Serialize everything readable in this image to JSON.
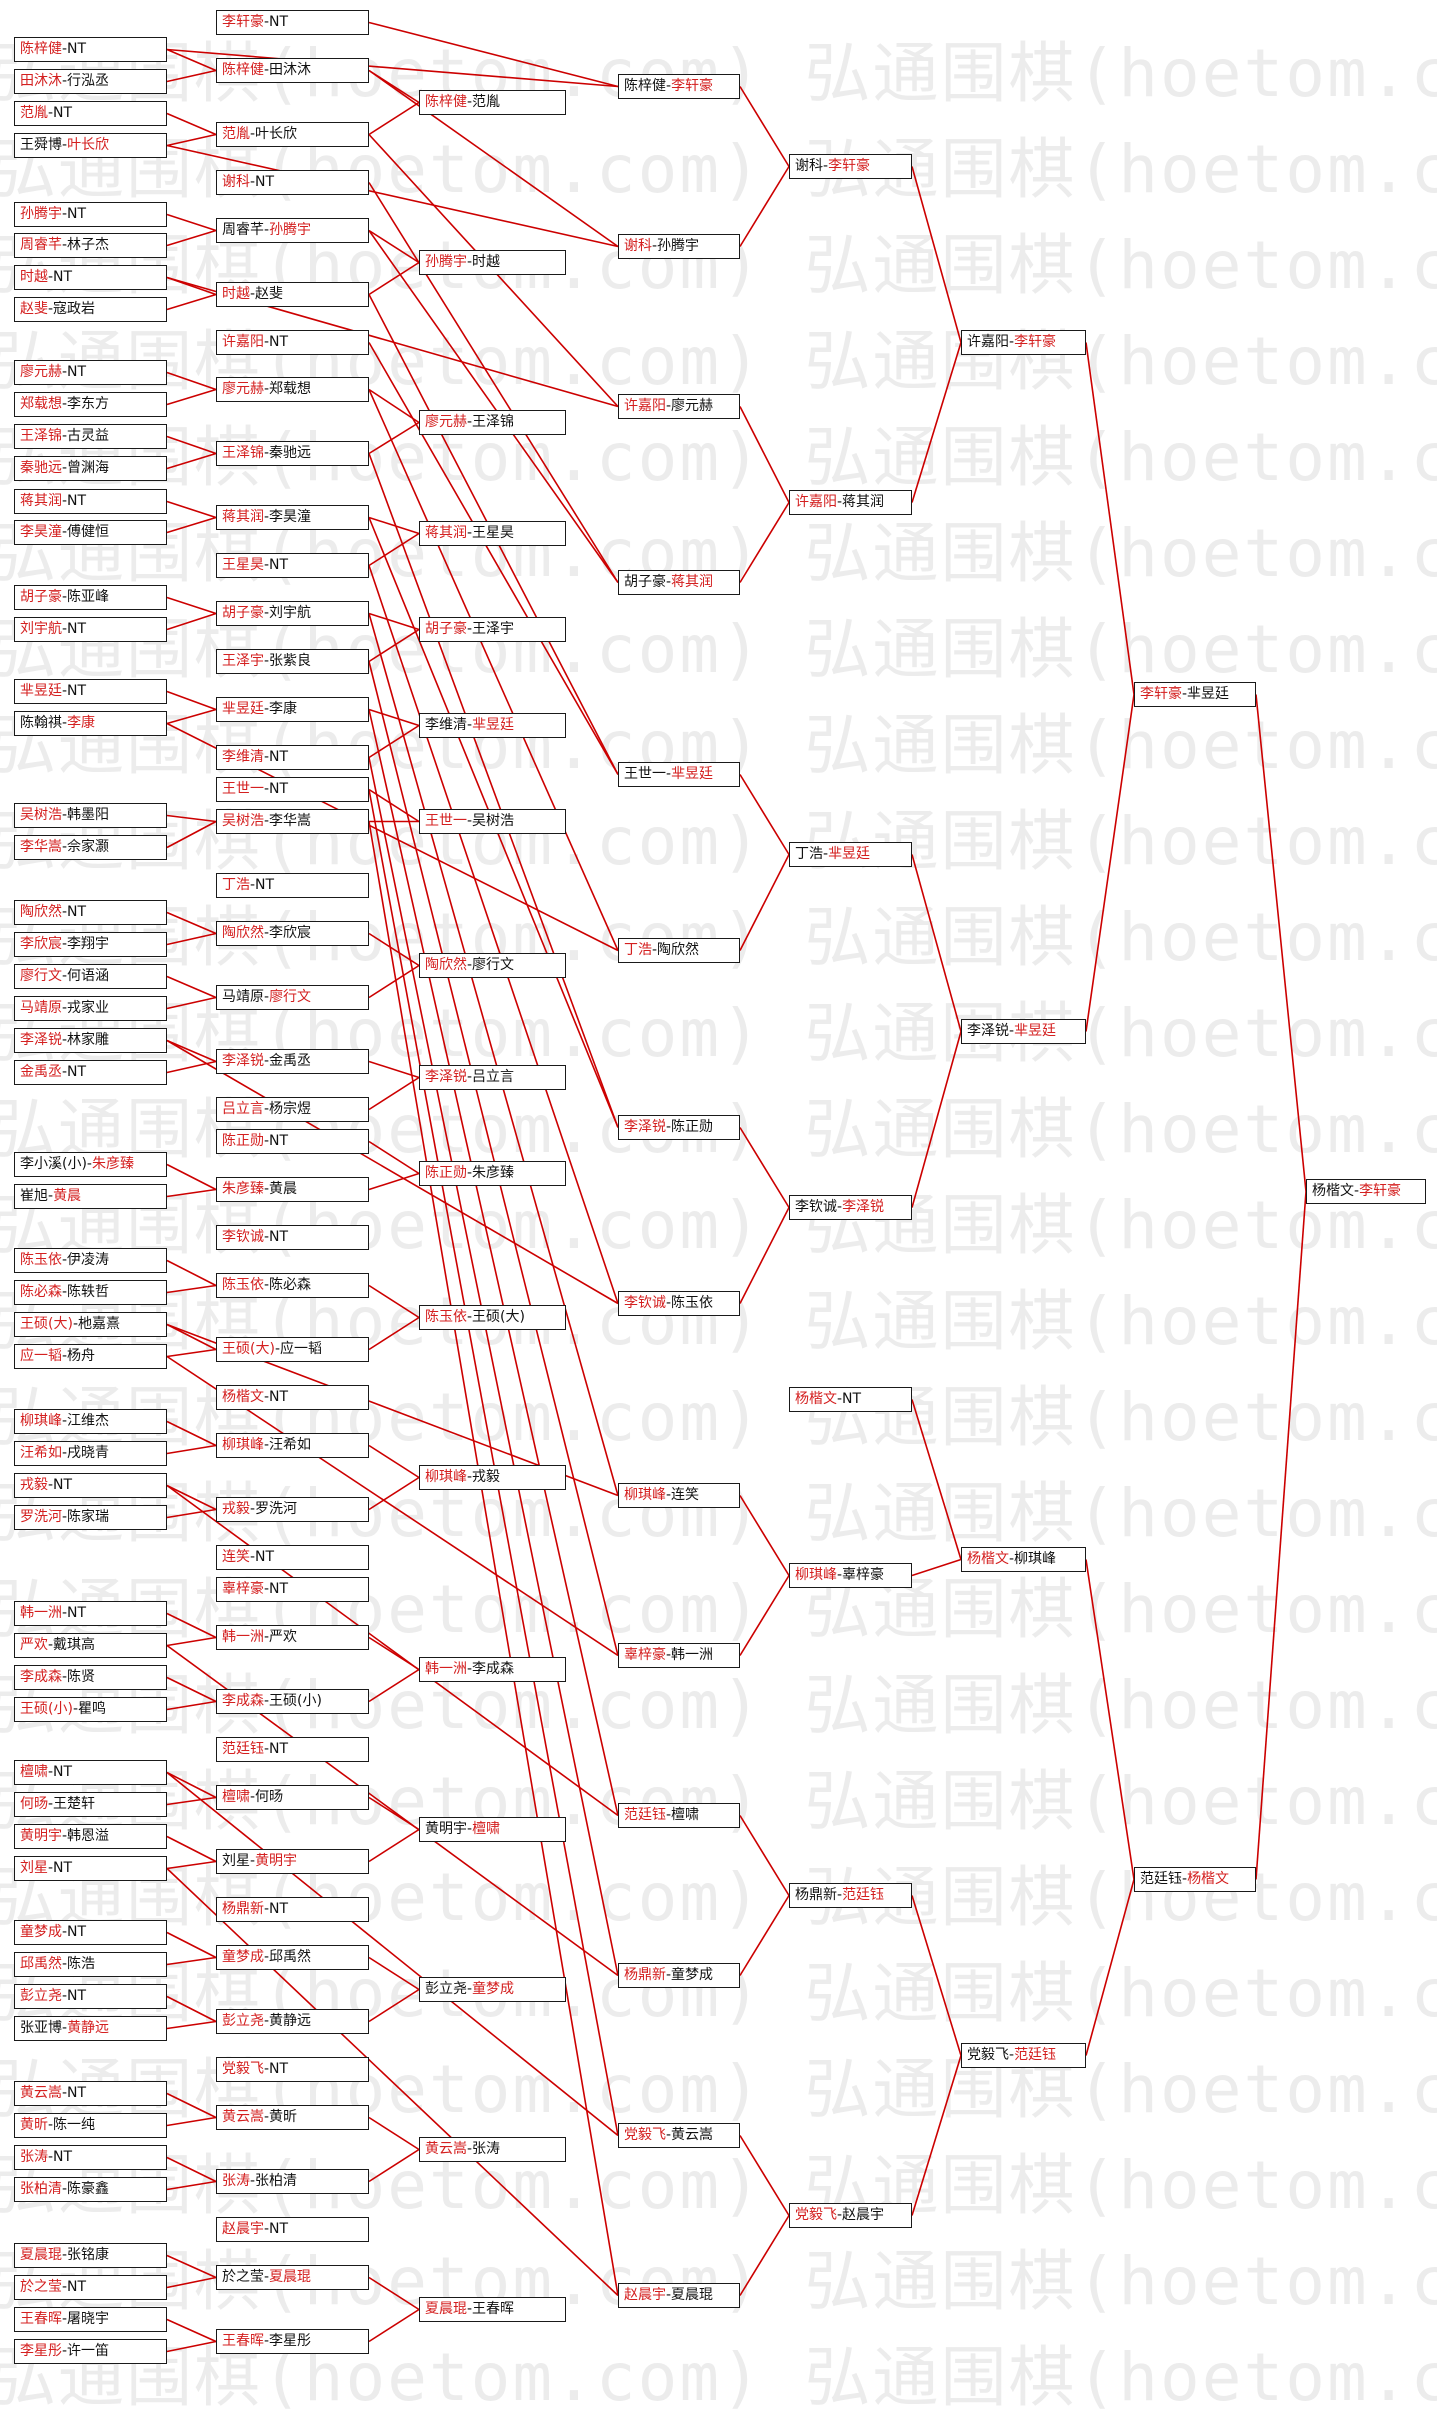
{
  "watermark": "弘通围棋(hoetom.com)",
  "colors": {
    "winner_text": "#d42020",
    "line": "#cc0000",
    "text": "#111111"
  },
  "bracket": {
    "round1": [
      [
        [
          "陈梓健",
          "r"
        ],
        [
          "-NT",
          "k"
        ]
      ],
      [
        [
          "田沐沐",
          "r"
        ],
        [
          "-行泓丞",
          "k"
        ]
      ],
      [
        [
          "范胤",
          "r"
        ],
        [
          "-NT",
          "k"
        ]
      ],
      [
        [
          "王舜博-",
          "k"
        ],
        [
          "叶长欣",
          "r"
        ]
      ],
      [
        [
          "孙腾宇",
          "r"
        ],
        [
          "-NT",
          "k"
        ]
      ],
      [
        [
          "周睿芊",
          "r"
        ],
        [
          "-林子杰",
          "k"
        ]
      ],
      [
        [
          "时越",
          "r"
        ],
        [
          "-NT",
          "k"
        ]
      ],
      [
        [
          "赵斐",
          "r"
        ],
        [
          "-寇政岩",
          "k"
        ]
      ],
      [
        [
          "廖元赫",
          "r"
        ],
        [
          "-NT",
          "k"
        ]
      ],
      [
        [
          "郑载想",
          "r"
        ],
        [
          "-李东方",
          "k"
        ]
      ],
      [
        [
          "王泽锦",
          "r"
        ],
        [
          "-古灵益",
          "k"
        ]
      ],
      [
        [
          "秦驰远",
          "r"
        ],
        [
          "-曾渊海",
          "k"
        ]
      ],
      [
        [
          "蒋其润",
          "r"
        ],
        [
          "-NT",
          "k"
        ]
      ],
      [
        [
          "李昊潼",
          "r"
        ],
        [
          "-傅健恒",
          "k"
        ]
      ],
      [
        [
          "胡子豪",
          "r"
        ],
        [
          "-陈亚峰",
          "k"
        ]
      ],
      [
        [
          "刘宇航",
          "r"
        ],
        [
          "-NT",
          "k"
        ]
      ],
      [
        [
          "芈昱廷",
          "r"
        ],
        [
          "-NT",
          "k"
        ]
      ],
      [
        [
          "陈翰祺-",
          "k"
        ],
        [
          "李康",
          "r"
        ]
      ],
      [
        [
          "吴树浩",
          "r"
        ],
        [
          "-韩墨阳",
          "k"
        ]
      ],
      [
        [
          "李华嵩",
          "r"
        ],
        [
          "-佘家灏",
          "k"
        ]
      ],
      [
        [
          "陶欣然",
          "r"
        ],
        [
          "-NT",
          "k"
        ]
      ],
      [
        [
          "李欣宸",
          "r"
        ],
        [
          "-李翔宇",
          "k"
        ]
      ],
      [
        [
          "廖行文",
          "r"
        ],
        [
          "-何语涵",
          "k"
        ]
      ],
      [
        [
          "马靖原",
          "r"
        ],
        [
          "-戎家业",
          "k"
        ]
      ],
      [
        [
          "李泽锐",
          "r"
        ],
        [
          "-林家雕",
          "k"
        ]
      ],
      [
        [
          "金禹丞",
          "r"
        ],
        [
          "-NT",
          "k"
        ]
      ],
      [
        [
          "李小溪(小)-",
          "k"
        ],
        [
          "朱彦臻",
          "r"
        ]
      ],
      [
        [
          "崔旭-",
          "k"
        ],
        [
          "黄晨",
          "r"
        ]
      ],
      [
        [
          "陈玉依",
          "r"
        ],
        [
          "-伊凌涛",
          "k"
        ]
      ],
      [
        [
          "陈必森",
          "r"
        ],
        [
          "-陈轶哲",
          "k"
        ]
      ],
      [
        [
          "王硕(大)",
          "r"
        ],
        [
          "-杝嘉熹",
          "k"
        ]
      ],
      [
        [
          "应一韬",
          "r"
        ],
        [
          "-杨舟",
          "k"
        ]
      ],
      [
        [
          "柳琪峰",
          "r"
        ],
        [
          "-江维杰",
          "k"
        ]
      ],
      [
        [
          "汪希如",
          "r"
        ],
        [
          "-戌晓青",
          "k"
        ]
      ],
      [
        [
          "戎毅",
          "r"
        ],
        [
          "-NT",
          "k"
        ]
      ],
      [
        [
          "罗洗河",
          "r"
        ],
        [
          "-陈家瑞",
          "k"
        ]
      ],
      [
        [
          "韩一洲",
          "r"
        ],
        [
          "-NT",
          "k"
        ]
      ],
      [
        [
          "严欢",
          "r"
        ],
        [
          "-戴琪高",
          "k"
        ]
      ],
      [
        [
          "李成森",
          "r"
        ],
        [
          "-陈贤",
          "k"
        ]
      ],
      [
        [
          "王硕(小)",
          "r"
        ],
        [
          "-瞿鸣",
          "k"
        ]
      ],
      [
        [
          "檀啸",
          "r"
        ],
        [
          "-NT",
          "k"
        ]
      ],
      [
        [
          "何旸",
          "r"
        ],
        [
          "-王楚轩",
          "k"
        ]
      ],
      [
        [
          "黄明宇",
          "r"
        ],
        [
          "-韩恩溢",
          "k"
        ]
      ],
      [
        [
          "刘星",
          "r"
        ],
        [
          "-NT",
          "k"
        ]
      ],
      [
        [
          "童梦成",
          "r"
        ],
        [
          "-NT",
          "k"
        ]
      ],
      [
        [
          "邱禹然",
          "r"
        ],
        [
          "-陈浩",
          "k"
        ]
      ],
      [
        [
          "彭立尧",
          "r"
        ],
        [
          "-NT",
          "k"
        ]
      ],
      [
        [
          "张亚博-",
          "k"
        ],
        [
          "黄静远",
          "r"
        ]
      ],
      [
        [
          "黄云嵩",
          "r"
        ],
        [
          "-NT",
          "k"
        ]
      ],
      [
        [
          "黄昕",
          "r"
        ],
        [
          "-陈一纯",
          "k"
        ]
      ],
      [
        [
          "张涛",
          "r"
        ],
        [
          "-NT",
          "k"
        ]
      ],
      [
        [
          "张柏清",
          "r"
        ],
        [
          "-陈豪鑫",
          "k"
        ]
      ],
      [
        [
          "夏晨琨",
          "r"
        ],
        [
          "-张铭康",
          "k"
        ]
      ],
      [
        [
          "於之莹",
          "r"
        ],
        [
          "-NT",
          "k"
        ]
      ],
      [
        [
          "王春晖",
          "r"
        ],
        [
          "-屠晓宇",
          "k"
        ]
      ],
      [
        [
          "李星彤",
          "r"
        ],
        [
          "-许一笛",
          "k"
        ]
      ]
    ],
    "round2": [
      [
        [
          "李轩豪",
          "r"
        ],
        [
          "-NT",
          "k"
        ]
      ],
      [
        [
          "陈梓健",
          "r"
        ],
        [
          "-田沐沐",
          "k"
        ]
      ],
      [
        [
          "范胤",
          "r"
        ],
        [
          "-叶长欣",
          "k"
        ]
      ],
      [
        [
          "谢科",
          "r"
        ],
        [
          "-NT",
          "k"
        ]
      ],
      [
        [
          "周睿芊-",
          "k"
        ],
        [
          "孙腾宇",
          "r"
        ]
      ],
      [
        [
          "时越",
          "r"
        ],
        [
          "-赵斐",
          "k"
        ]
      ],
      [
        [
          "许嘉阳",
          "r"
        ],
        [
          "-NT",
          "k"
        ]
      ],
      [
        [
          "廖元赫",
          "r"
        ],
        [
          "-郑载想",
          "k"
        ]
      ],
      [
        [
          "王泽锦",
          "r"
        ],
        [
          "-秦驰远",
          "k"
        ]
      ],
      [
        [
          "蒋其润",
          "r"
        ],
        [
          "-李昊潼",
          "k"
        ]
      ],
      [
        [
          "王星昊",
          "r"
        ],
        [
          "-NT",
          "k"
        ]
      ],
      [
        [
          "胡子豪",
          "r"
        ],
        [
          "-刘宇航",
          "k"
        ]
      ],
      [
        [
          "王泽宇",
          "r"
        ],
        [
          "-张紫良",
          "k"
        ]
      ],
      [
        [
          "芈昱廷",
          "r"
        ],
        [
          "-李康",
          "k"
        ]
      ],
      [
        [
          "李维清",
          "r"
        ],
        [
          "-NT",
          "k"
        ]
      ],
      [
        [
          "王世一",
          "r"
        ],
        [
          "-NT",
          "k"
        ]
      ],
      [
        [
          "吴树浩",
          "r"
        ],
        [
          "-李华嵩",
          "k"
        ]
      ],
      [
        [
          "丁浩",
          "r"
        ],
        [
          "-NT",
          "k"
        ]
      ],
      [
        [
          "陶欣然",
          "r"
        ],
        [
          "-李欣宸",
          "k"
        ]
      ],
      [
        [
          "马靖原-",
          "k"
        ],
        [
          "廖行文",
          "r"
        ]
      ],
      [
        [
          "李泽锐",
          "r"
        ],
        [
          "-金禹丞",
          "k"
        ]
      ],
      [
        [
          "吕立言",
          "r"
        ],
        [
          "-杨宗煜",
          "k"
        ]
      ],
      [
        [
          "陈正勋",
          "r"
        ],
        [
          "-NT",
          "k"
        ]
      ],
      [
        [
          "朱彦臻",
          "r"
        ],
        [
          "-黄晨",
          "k"
        ]
      ],
      [
        [
          "李钦诚",
          "r"
        ],
        [
          "-NT",
          "k"
        ]
      ],
      [
        [
          "陈玉依",
          "r"
        ],
        [
          "-陈必森",
          "k"
        ]
      ],
      [
        [
          "王硕(大)",
          "r"
        ],
        [
          "-应一韬",
          "k"
        ]
      ],
      [
        [
          "杨楷文",
          "r"
        ],
        [
          "-NT",
          "k"
        ]
      ],
      [
        [
          "柳琪峰",
          "r"
        ],
        [
          "-汪希如",
          "k"
        ]
      ],
      [
        [
          "戎毅",
          "r"
        ],
        [
          "-罗洗河",
          "k"
        ]
      ],
      [
        [
          "连笑",
          "r"
        ],
        [
          "-NT",
          "k"
        ]
      ],
      [
        [
          "辜梓豪",
          "r"
        ],
        [
          "-NT",
          "k"
        ]
      ],
      [
        [
          "韩一洲",
          "r"
        ],
        [
          "-严欢",
          "k"
        ]
      ],
      [
        [
          "李成森",
          "r"
        ],
        [
          "-王硕(小)",
          "k"
        ]
      ],
      [
        [
          "范廷钰",
          "r"
        ],
        [
          "-NT",
          "k"
        ]
      ],
      [
        [
          "檀啸",
          "r"
        ],
        [
          "-何旸",
          "k"
        ]
      ],
      [
        [
          "刘星-",
          "k"
        ],
        [
          "黄明宇",
          "r"
        ]
      ],
      [
        [
          "杨鼎新",
          "r"
        ],
        [
          "-NT",
          "k"
        ]
      ],
      [
        [
          "童梦成",
          "r"
        ],
        [
          "-邱禹然",
          "k"
        ]
      ],
      [
        [
          "彭立尧",
          "r"
        ],
        [
          "-黄静远",
          "k"
        ]
      ],
      [
        [
          "党毅飞",
          "r"
        ],
        [
          "-NT",
          "k"
        ]
      ],
      [
        [
          "黄云嵩",
          "r"
        ],
        [
          "-黄昕",
          "k"
        ]
      ],
      [
        [
          "张涛",
          "r"
        ],
        [
          "-张柏清",
          "k"
        ]
      ],
      [
        [
          "赵晨宇",
          "r"
        ],
        [
          "-NT",
          "k"
        ]
      ],
      [
        [
          "於之莹-",
          "k"
        ],
        [
          "夏晨琨",
          "r"
        ]
      ],
      [
        [
          "王春晖",
          "r"
        ],
        [
          "-李星彤",
          "k"
        ]
      ]
    ],
    "round3": [
      [
        [
          "陈梓健",
          "r"
        ],
        [
          "-范胤",
          "k"
        ]
      ],
      [
        [
          "孙腾宇",
          "r"
        ],
        [
          "-时越",
          "k"
        ]
      ],
      [
        [
          "廖元赫",
          "r"
        ],
        [
          "-王泽锦",
          "k"
        ]
      ],
      [
        [
          "蒋其润",
          "r"
        ],
        [
          "-王星昊",
          "k"
        ]
      ],
      [
        [
          "胡子豪",
          "r"
        ],
        [
          "-王泽宇",
          "k"
        ]
      ],
      [
        [
          "李维清-",
          "k"
        ],
        [
          "芈昱廷",
          "r"
        ]
      ],
      [
        [
          "王世一",
          "r"
        ],
        [
          "-吴树浩",
          "k"
        ]
      ],
      [
        [
          "陶欣然",
          "r"
        ],
        [
          "-廖行文",
          "k"
        ]
      ],
      [
        [
          "李泽锐",
          "r"
        ],
        [
          "-吕立言",
          "k"
        ]
      ],
      [
        [
          "陈正勋",
          "r"
        ],
        [
          "-朱彦臻",
          "k"
        ]
      ],
      [
        [
          "陈玉依",
          "r"
        ],
        [
          "-王硕(大)",
          "k"
        ]
      ],
      [
        [
          "柳琪峰",
          "r"
        ],
        [
          "-戎毅",
          "k"
        ]
      ],
      [
        [
          "韩一洲",
          "r"
        ],
        [
          "-李成森",
          "k"
        ]
      ],
      [
        [
          "黄明宇-",
          "k"
        ],
        [
          "檀啸",
          "r"
        ]
      ],
      [
        [
          "彭立尧-",
          "k"
        ],
        [
          "童梦成",
          "r"
        ]
      ],
      [
        [
          "黄云嵩",
          "r"
        ],
        [
          "-张涛",
          "k"
        ]
      ],
      [
        [
          "夏晨琨",
          "r"
        ],
        [
          "-王春晖",
          "k"
        ]
      ]
    ],
    "round4": [
      [
        [
          "陈梓健-",
          "k"
        ],
        [
          "李轩豪",
          "r"
        ]
      ],
      [
        [
          "谢科",
          "r"
        ],
        [
          "-孙腾宇",
          "k"
        ]
      ],
      [
        [
          "许嘉阳",
          "r"
        ],
        [
          "-廖元赫",
          "k"
        ]
      ],
      [
        [
          "胡子豪-",
          "k"
        ],
        [
          "蒋其润",
          "r"
        ]
      ],
      [
        [
          "王世一-",
          "k"
        ],
        [
          "芈昱廷",
          "r"
        ]
      ],
      [
        [
          "丁浩",
          "r"
        ],
        [
          "-陶欣然",
          "k"
        ]
      ],
      [
        [
          "李泽锐",
          "r"
        ],
        [
          "-陈正勋",
          "k"
        ]
      ],
      [
        [
          "李钦诚",
          "r"
        ],
        [
          "-陈玉依",
          "k"
        ]
      ],
      [
        [
          "柳琪峰",
          "r"
        ],
        [
          "-连笑",
          "k"
        ]
      ],
      [
        [
          "辜梓豪",
          "r"
        ],
        [
          "-韩一洲",
          "k"
        ]
      ],
      [
        [
          "范廷钰",
          "r"
        ],
        [
          "-檀啸",
          "k"
        ]
      ],
      [
        [
          "杨鼎新",
          "r"
        ],
        [
          "-童梦成",
          "k"
        ]
      ],
      [
        [
          "党毅飞",
          "r"
        ],
        [
          "-黄云嵩",
          "k"
        ]
      ],
      [
        [
          "赵晨宇",
          "r"
        ],
        [
          "-夏晨琨",
          "k"
        ]
      ]
    ],
    "round5": [
      [
        [
          "谢科-",
          "k"
        ],
        [
          "李轩豪",
          "r"
        ]
      ],
      [
        [
          "许嘉阳",
          "r"
        ],
        [
          "-蒋其润",
          "k"
        ]
      ],
      [
        [
          "丁浩-",
          "k"
        ],
        [
          "芈昱廷",
          "r"
        ]
      ],
      [
        [
          "李钦诚-",
          "k"
        ],
        [
          "李泽锐",
          "r"
        ]
      ],
      [
        [
          "杨楷文",
          "r"
        ],
        [
          "-NT",
          "k"
        ]
      ],
      [
        [
          "柳琪峰",
          "r"
        ],
        [
          "-辜梓豪",
          "k"
        ]
      ],
      [
        [
          "杨鼎新-",
          "k"
        ],
        [
          "范廷钰",
          "r"
        ]
      ],
      [
        [
          "党毅飞",
          "r"
        ],
        [
          "-赵晨宇",
          "k"
        ]
      ]
    ],
    "round6": [
      [
        [
          "许嘉阳-",
          "k"
        ],
        [
          "李轩豪",
          "r"
        ]
      ],
      [
        [
          "李泽锐-",
          "k"
        ],
        [
          "芈昱廷",
          "r"
        ]
      ],
      [
        [
          "杨楷文",
          "r"
        ],
        [
          "-柳琪峰",
          "k"
        ]
      ],
      [
        [
          "党毅飞-",
          "k"
        ],
        [
          "范廷钰",
          "r"
        ]
      ]
    ],
    "round7": [
      [
        [
          "李轩豪",
          "r"
        ],
        [
          "-芈昱廷",
          "k"
        ]
      ],
      [
        [
          "范廷钰-",
          "k"
        ],
        [
          "杨楷文",
          "r"
        ]
      ]
    ],
    "round8": [
      [
        [
          "杨楷文-",
          "k"
        ],
        [
          "李轩豪",
          "r"
        ]
      ]
    ]
  }
}
